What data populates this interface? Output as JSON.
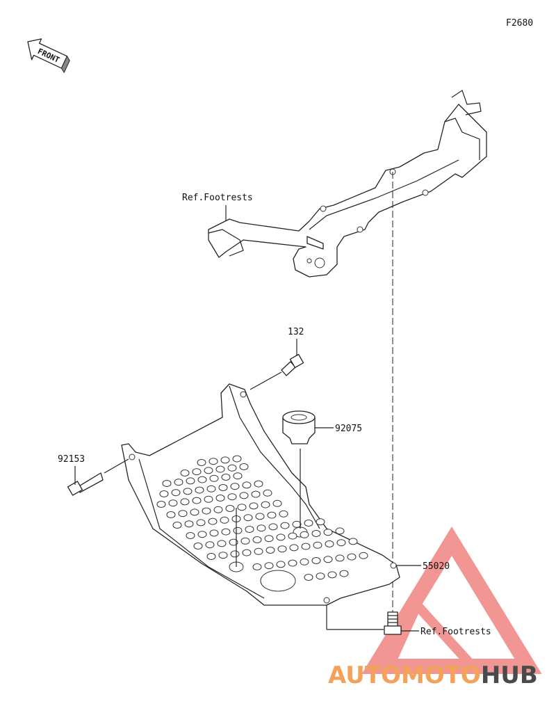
{
  "diagram_code": "F2680",
  "front_label": "FRONT",
  "labels": {
    "ref_footrests_top": "Ref.Footrests",
    "ref_footrests_bottom": "Ref.Footrests",
    "part_132": "132",
    "part_92075": "92075",
    "part_92153": "92153",
    "part_55020": "55020"
  },
  "watermark": {
    "part1": "AUTO",
    "part2": "MOTO",
    "part3": "HUB",
    "color_orange": "#f4a25a",
    "color_red": "#e8413b",
    "color_gray": "#4a4a4a"
  }
}
